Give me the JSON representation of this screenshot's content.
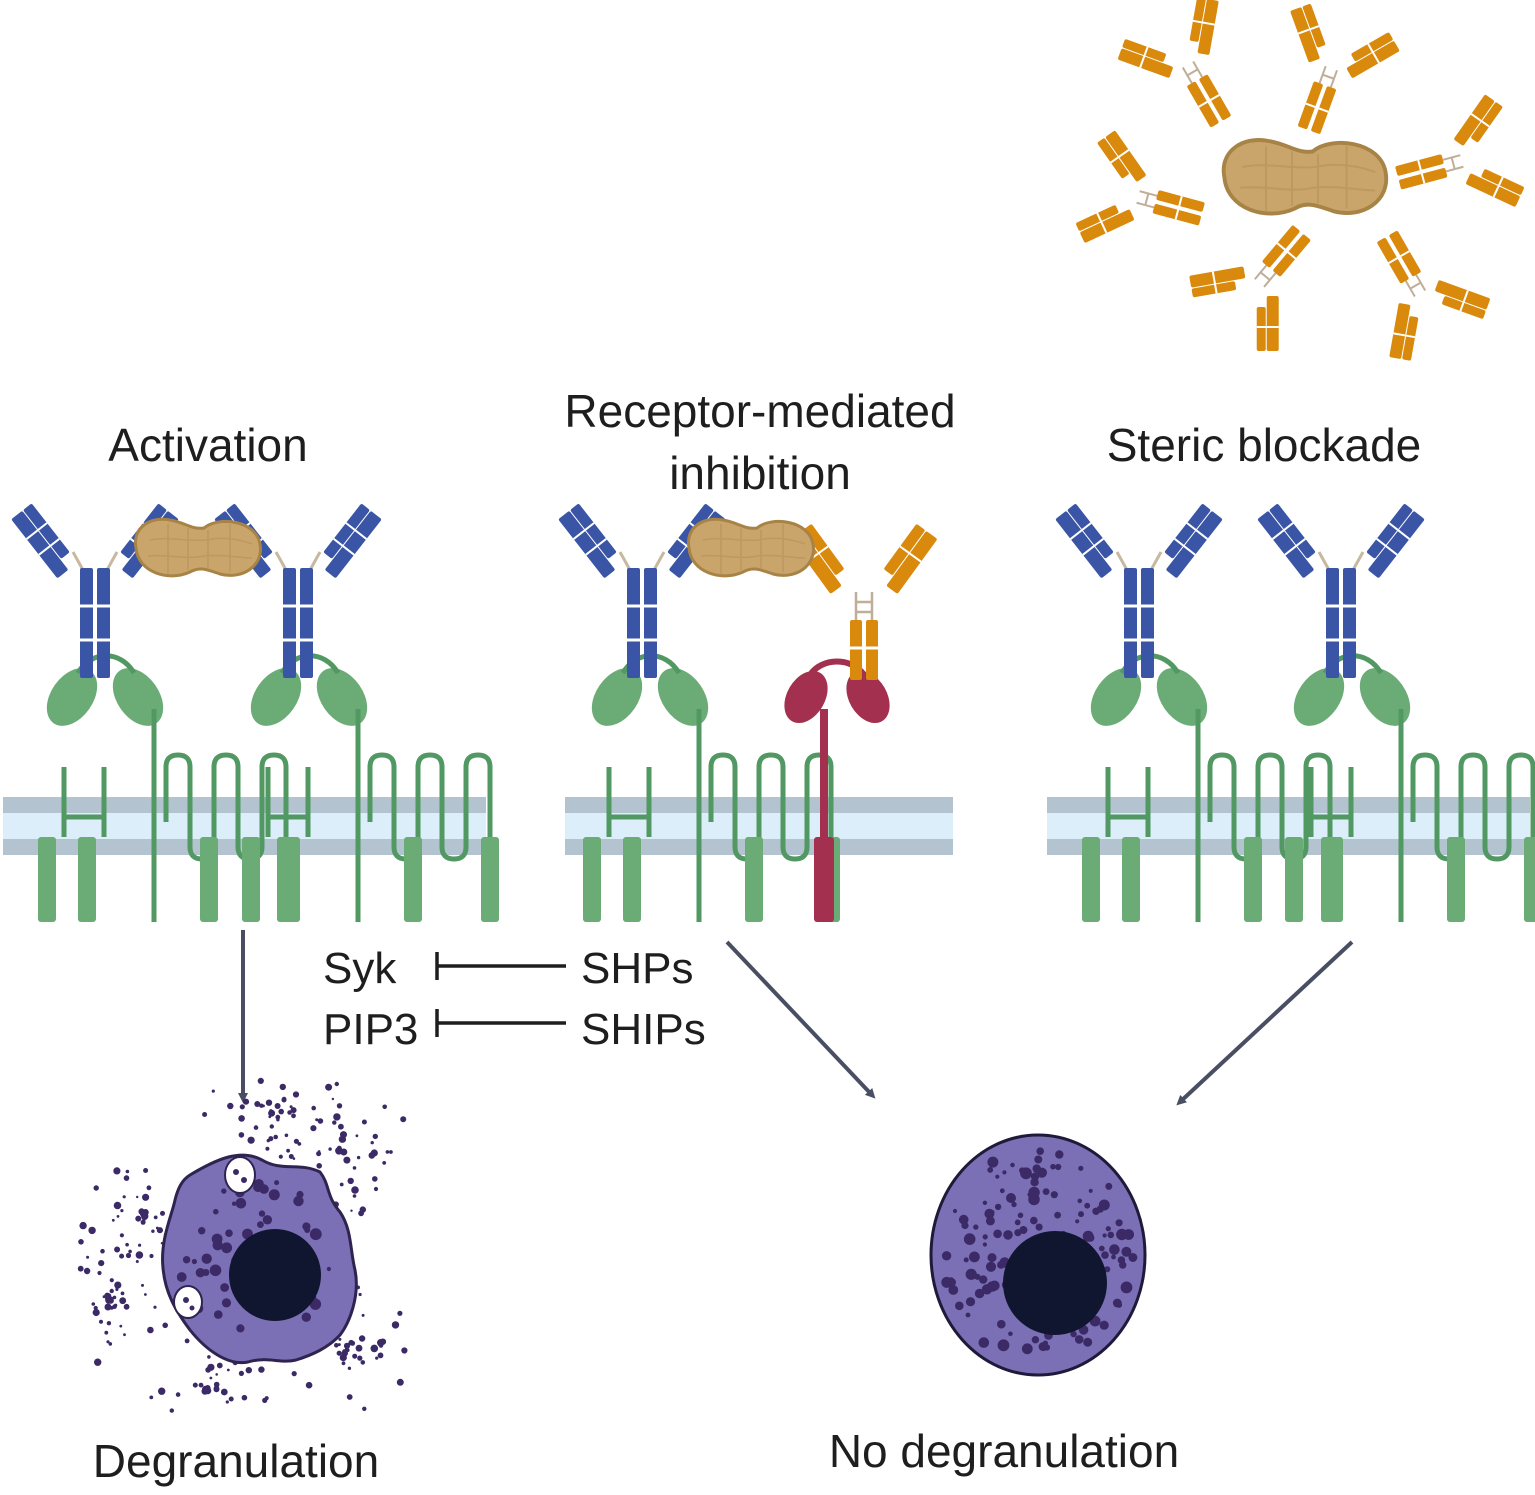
{
  "panels": {
    "activation": "Activation",
    "receptor_mediated_line1": "Receptor-mediated",
    "receptor_mediated_line2": "inhibition",
    "steric_blockade": "Steric blockade"
  },
  "signaling": {
    "syk": "Syk",
    "shps": "SHPs",
    "pip3": "PIP3",
    "ships": "SHIPs"
  },
  "outcomes": {
    "degranulation": "Degranulation",
    "no_degranulation": "No degranulation"
  },
  "colors": {
    "ige": "#3a55a6",
    "igg": "#d9890b",
    "fceri": "#6aab76",
    "fcgriib": "#a3304f",
    "peanut": "#c9a56b",
    "membrane_outer": "#b3c3cf",
    "membrane_inner": "#dceefa",
    "cell": "#7b70b5",
    "granule": "#3b2a66",
    "arrow": "#4a4e62"
  },
  "icons": [
    "peanut-allergen-icon",
    "ige-antibody-icon",
    "igg-antibody-icon",
    "fc-epsilon-receptor-icon",
    "fc-gamma-receptor-icon",
    "mast-cell-icon"
  ]
}
